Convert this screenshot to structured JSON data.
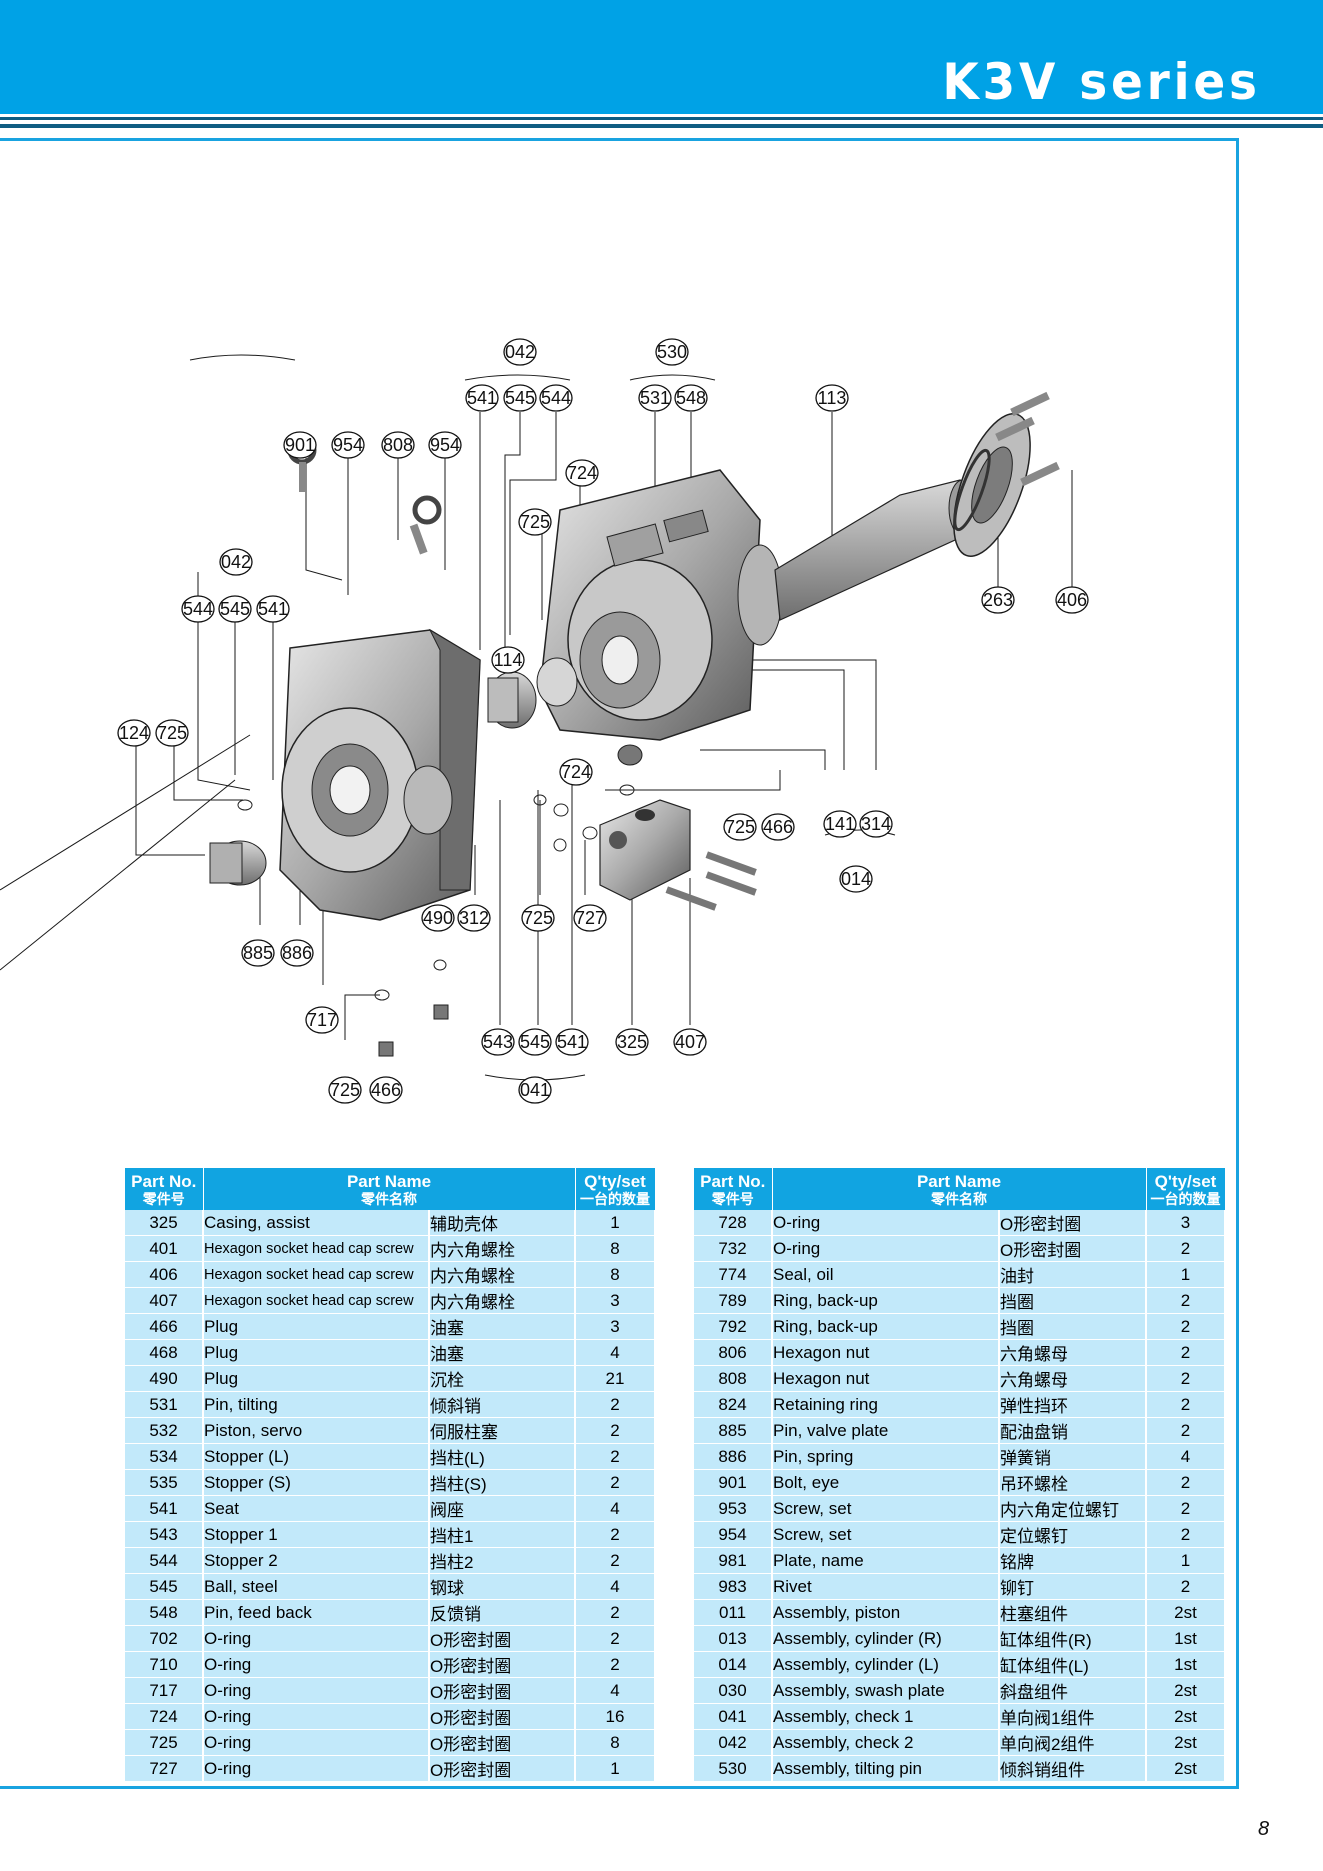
{
  "header": {
    "title": "K3V series"
  },
  "diagram": {
    "callouts": [
      "042",
      "541",
      "545",
      "544",
      "530",
      "531",
      "548",
      "113",
      "901",
      "954",
      "808",
      "954",
      "724",
      "725",
      "042",
      "544",
      "545",
      "541",
      "114",
      "124",
      "725",
      "263",
      "406",
      "724",
      "725",
      "466",
      "141",
      "314",
      "014",
      "885",
      "886",
      "490",
      "312",
      "725",
      "727",
      "717",
      "543",
      "545",
      "541",
      "325",
      "407",
      "725",
      "466",
      "041"
    ]
  },
  "table_headers": {
    "part_no": "Part No.",
    "part_no_zh": "零件号",
    "part_name": "Part Name",
    "part_name_zh": "零件名称",
    "qty": "Q'ty/set",
    "qty_zh": "一台的数量"
  },
  "left_table": [
    {
      "no": "325",
      "en": "Casing, assist",
      "zh": "辅助壳体",
      "qty": "1"
    },
    {
      "no": "401",
      "en": "Hexagon socket head cap screw",
      "zh": "内六角螺栓",
      "qty": "8"
    },
    {
      "no": "406",
      "en": "Hexagon socket head cap screw",
      "zh": "内六角螺栓",
      "qty": "8"
    },
    {
      "no": "407",
      "en": "Hexagon socket head cap screw",
      "zh": "内六角螺栓",
      "qty": "3"
    },
    {
      "no": "466",
      "en": "Plug",
      "zh": "油塞",
      "qty": "3"
    },
    {
      "no": "468",
      "en": "Plug",
      "zh": "油塞",
      "qty": "4"
    },
    {
      "no": "490",
      "en": "Plug",
      "zh": "沉栓",
      "qty": "21"
    },
    {
      "no": "531",
      "en": "Pin, tilting",
      "zh": "倾斜销",
      "qty": "2"
    },
    {
      "no": "532",
      "en": "Piston, servo",
      "zh": "伺服柱塞",
      "qty": "2"
    },
    {
      "no": "534",
      "en": "Stopper (L)",
      "zh": "挡柱(L)",
      "qty": "2"
    },
    {
      "no": "535",
      "en": "Stopper (S)",
      "zh": "挡柱(S)",
      "qty": "2"
    },
    {
      "no": "541",
      "en": "Seat",
      "zh": "阀座",
      "qty": "4"
    },
    {
      "no": "543",
      "en": "Stopper 1",
      "zh": "挡柱1",
      "qty": "2"
    },
    {
      "no": "544",
      "en": "Stopper 2",
      "zh": "挡柱2",
      "qty": "2"
    },
    {
      "no": "545",
      "en": "Ball, steel",
      "zh": "钢球",
      "qty": "4"
    },
    {
      "no": "548",
      "en": "Pin, feed back",
      "zh": "反馈销",
      "qty": "2"
    },
    {
      "no": "702",
      "en": "O-ring",
      "zh": "O形密封圈",
      "qty": "2"
    },
    {
      "no": "710",
      "en": "O-ring",
      "zh": "O形密封圈",
      "qty": "2"
    },
    {
      "no": "717",
      "en": "O-ring",
      "zh": "O形密封圈",
      "qty": "4"
    },
    {
      "no": "724",
      "en": "O-ring",
      "zh": "O形密封圈",
      "qty": "16"
    },
    {
      "no": "725",
      "en": "O-ring",
      "zh": "O形密封圈",
      "qty": "8"
    },
    {
      "no": "727",
      "en": "O-ring",
      "zh": "O形密封圈",
      "qty": "1"
    }
  ],
  "right_table": [
    {
      "no": "728",
      "en": "O-ring",
      "zh": "O形密封圈",
      "qty": "3"
    },
    {
      "no": "732",
      "en": "O-ring",
      "zh": "O形密封圈",
      "qty": "2"
    },
    {
      "no": "774",
      "en": "Seal, oil",
      "zh": "油封",
      "qty": "1"
    },
    {
      "no": "789",
      "en": "Ring, back-up",
      "zh": "挡圈",
      "qty": "2"
    },
    {
      "no": "792",
      "en": "Ring, back-up",
      "zh": "挡圈",
      "qty": "2"
    },
    {
      "no": "806",
      "en": "Hexagon nut",
      "zh": "六角螺母",
      "qty": "2"
    },
    {
      "no": "808",
      "en": "Hexagon nut",
      "zh": "六角螺母",
      "qty": "2"
    },
    {
      "no": "824",
      "en": "Retaining ring",
      "zh": "弹性挡环",
      "qty": "2"
    },
    {
      "no": "885",
      "en": "Pin, valve plate",
      "zh": "配油盘销",
      "qty": "2"
    },
    {
      "no": "886",
      "en": "Pin, spring",
      "zh": "弹簧销",
      "qty": "4"
    },
    {
      "no": "901",
      "en": "Bolt, eye",
      "zh": "吊环螺栓",
      "qty": "2"
    },
    {
      "no": "953",
      "en": "Screw, set",
      "zh": "内六角定位螺钉",
      "qty": "2"
    },
    {
      "no": "954",
      "en": "Screw, set",
      "zh": "定位螺钉",
      "qty": "2"
    },
    {
      "no": "981",
      "en": "Plate, name",
      "zh": "铭牌",
      "qty": "1"
    },
    {
      "no": "983",
      "en": "Rivet",
      "zh": "铆钉",
      "qty": "2"
    },
    {
      "no": "011",
      "en": "Assembly, piston",
      "zh": "柱塞组件",
      "qty": "2st"
    },
    {
      "no": "013",
      "en": "Assembly, cylinder (R)",
      "zh": "缸体组件(R)",
      "qty": "1st"
    },
    {
      "no": "014",
      "en": "Assembly, cylinder (L)",
      "zh": "缸体组件(L)",
      "qty": "1st"
    },
    {
      "no": "030",
      "en": "Assembly, swash plate",
      "zh": "斜盘组件",
      "qty": "2st"
    },
    {
      "no": "041",
      "en": "Assembly, check 1",
      "zh": "单向阀1组件",
      "qty": "2st"
    },
    {
      "no": "042",
      "en": "Assembly, check 2",
      "zh": "单向阀2组件",
      "qty": "2st"
    },
    {
      "no": "530",
      "en": "Assembly, tilting pin",
      "zh": "倾斜销组件",
      "qty": "2st"
    }
  ],
  "page_number": "8"
}
